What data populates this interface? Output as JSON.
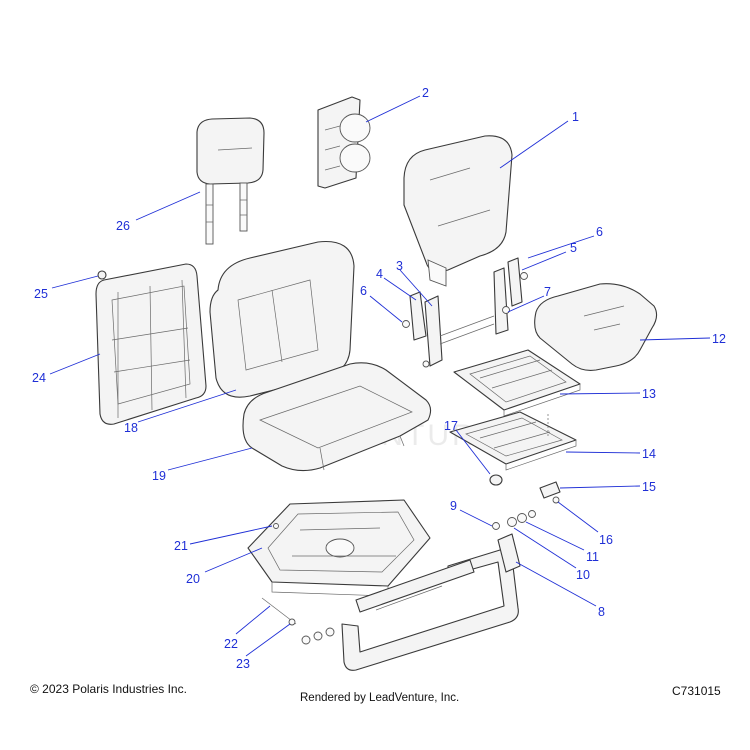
{
  "callouts": [
    {
      "label": "1"
    },
    {
      "label": "2"
    },
    {
      "label": "3"
    },
    {
      "label": "4"
    },
    {
      "label": "5"
    },
    {
      "label": "6"
    },
    {
      "label": "6"
    },
    {
      "label": "7"
    },
    {
      "label": "8"
    },
    {
      "label": "9"
    },
    {
      "label": "10"
    },
    {
      "label": "11"
    },
    {
      "label": "12"
    },
    {
      "label": "13"
    },
    {
      "label": "14"
    },
    {
      "label": "15"
    },
    {
      "label": "16"
    },
    {
      "label": "17"
    },
    {
      "label": "18"
    },
    {
      "label": "19"
    },
    {
      "label": "20"
    },
    {
      "label": "21"
    },
    {
      "label": "22"
    },
    {
      "label": "23"
    },
    {
      "label": "24"
    },
    {
      "label": "25"
    },
    {
      "label": "26"
    }
  ],
  "watermark": "LEADVENTURE",
  "footer": {
    "copyright": "© 2023 Polaris Industries Inc.",
    "rendered_by": "Rendered by LeadVenture, Inc.",
    "diagram_id": "C731015"
  },
  "colors": {
    "callout": "#1f2fd6",
    "line_art": "#3a3a3a"
  }
}
